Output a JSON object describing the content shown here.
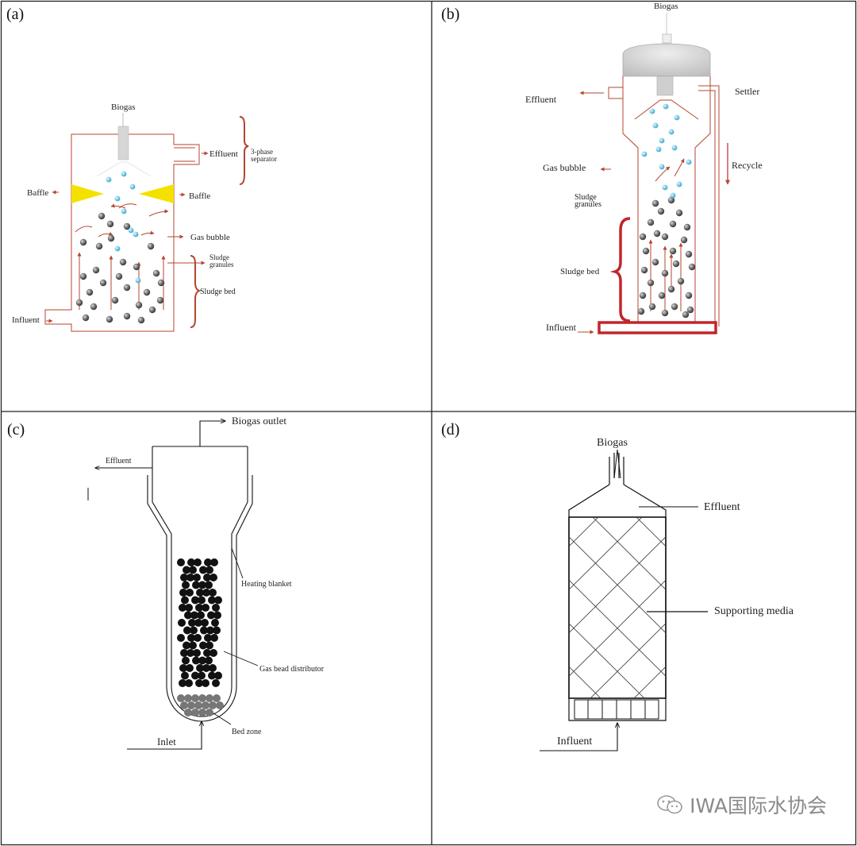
{
  "panels": {
    "a": {
      "letter": "(a)",
      "biogas": "Biogas",
      "effluent": "Effluent",
      "separator_line1": "3-phase",
      "separator_line2": "separator",
      "baffle_left": "Baffle",
      "baffle_right": "Baffle",
      "gas_bubble": "Gas bubble",
      "sludge_granules_line1": "Sludge",
      "sludge_granules_line2": "granules",
      "sludge_bed": "Sludge bed",
      "influent": "Influent"
    },
    "b": {
      "letter": "(b)",
      "biogas": "Biogas",
      "effluent": "Effluent",
      "settler": "Settler",
      "gas_bubble": "Gas bubble",
      "recycle": "Recycle",
      "sludge_granules_line1": "Sludge",
      "sludge_granules_line2": "granules",
      "sludge_bed": "Sludge bed",
      "influent": "Influent"
    },
    "c": {
      "letter": "(c)",
      "biogas_outlet": "Biogas outlet",
      "effluent": "Effluent",
      "heating_blanket": "Heating blanket",
      "gas_bead_distributor": "Gas bead distributor",
      "bed_zone": "Bed zone",
      "inlet": "Inlet"
    },
    "d": {
      "letter": "(d)",
      "biogas": "Biogas",
      "effluent": "Effluent",
      "supporting_media": "Supporting media",
      "influent": "Influent"
    }
  },
  "watermark": {
    "text": "IWA国际水协会",
    "icon": "wechat-icon"
  },
  "colors": {
    "vessel_red": "#b5452f",
    "thick_red": "#c0262b",
    "bubble_blue": "#6fc6e4",
    "baffle_yellow": "#f5e100",
    "granule_gray": "#777777",
    "granule_black": "#111111"
  }
}
